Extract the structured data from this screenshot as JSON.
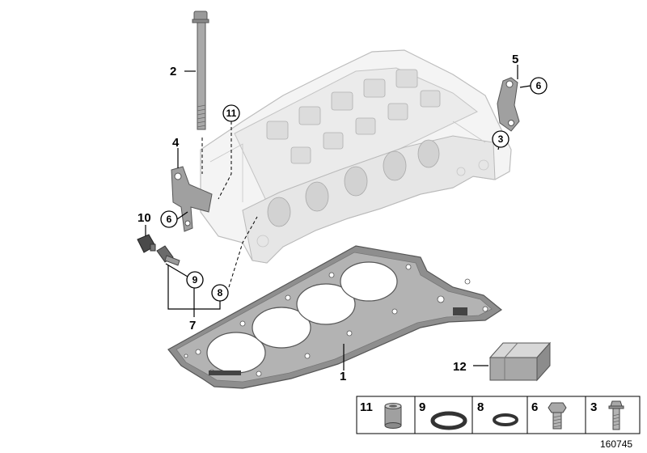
{
  "callouts": {
    "p1": "1",
    "p2": "2",
    "p3": "3",
    "p4": "4",
    "p5": "5",
    "p6a": "6",
    "p6b": "6",
    "p7": "7",
    "p8": "8",
    "p9": "9",
    "p10": "10",
    "p11": "11",
    "p12": "12"
  },
  "legend": [
    {
      "number": "11",
      "icon": "dowel-sleeve-icon"
    },
    {
      "number": "9",
      "icon": "large-o-ring-icon"
    },
    {
      "number": "8",
      "icon": "small-o-ring-icon"
    },
    {
      "number": "6",
      "icon": "hex-bolt-icon"
    },
    {
      "number": "3",
      "icon": "flange-bolt-icon"
    }
  ],
  "reference_number": "160745"
}
